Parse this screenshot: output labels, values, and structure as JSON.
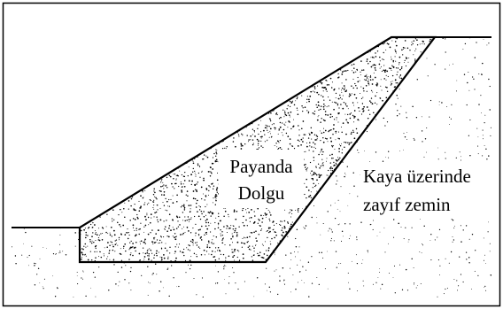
{
  "diagram": {
    "fill_label": {
      "line1": "Payanda",
      "line2": "Dolgu"
    },
    "soil_label": {
      "line1": "Kaya üzerinde",
      "line2": "zayıf zemin"
    }
  },
  "colors": {
    "background": "#ffffff",
    "stroke": "#000000",
    "stipple": "#000000"
  }
}
